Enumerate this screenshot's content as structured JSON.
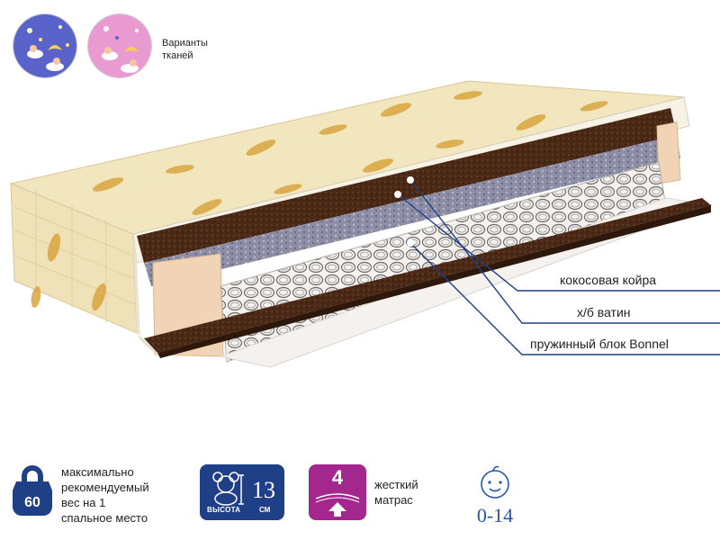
{
  "fabric": {
    "label_line1": "Варианты",
    "label_line2": "тканей",
    "swatches": [
      {
        "name": "blue-fabric",
        "color": "#5a63c9"
      },
      {
        "name": "pink-fabric",
        "color": "#e99ad0"
      }
    ]
  },
  "layers": {
    "coconut": "кокосовая койра",
    "cotton": "х/б ватин",
    "springs": "пружинный блок Bonnel"
  },
  "colors": {
    "callout_line": "#1f3f86",
    "cover": "#f2e6bf",
    "coconut": "#4a2a16",
    "foam": "#f1d4b5",
    "weight_badge": "#1f3f86",
    "stiffness_badge": "#a3278d"
  },
  "specs": {
    "weight_value": "60",
    "weight_line1": "максимально",
    "weight_line2": "рекомендуемый",
    "weight_line3": "вес на 1",
    "weight_line4": "спальное место",
    "height_value": "13",
    "height_label": "ВЫСОТА",
    "height_unit": "СМ",
    "stiffness_value": "4",
    "stiffness_line1": "жесткий",
    "stiffness_line2": "матрас",
    "age_range": "0-14"
  }
}
